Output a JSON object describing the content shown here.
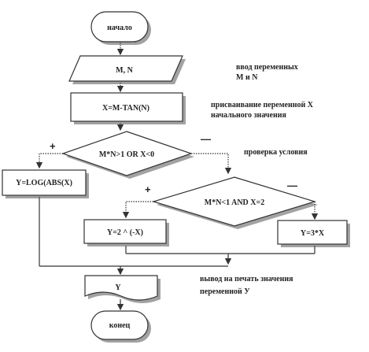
{
  "nodes": {
    "start": "начало",
    "input": "M, N",
    "assign": "X=M-TAN(N)",
    "cond1": "M*N>1 OR X<0",
    "cond2": "M*N<1 AND X=2",
    "calc_left": "Y=LOG(ABS(X)",
    "calc_mid": "Y=2 ^ (-X)",
    "calc_right": "Y=3*X",
    "output": "Y",
    "end": "конец"
  },
  "notes": {
    "input_line1": "ввод переменных",
    "input_line2": "М и N",
    "assign_line1": "присваивание переменной Х",
    "assign_line2": "начального значения",
    "cond": "проверка условия",
    "output_line1": "вывод на печать значения",
    "output_line2": "переменной У"
  },
  "branches": {
    "cond1_yes": "+",
    "cond1_no": "—",
    "cond2_yes": "+",
    "cond2_no": "—"
  },
  "colors": {
    "stroke": "#333333",
    "fill": "#ffffff",
    "text": "#222222"
  }
}
